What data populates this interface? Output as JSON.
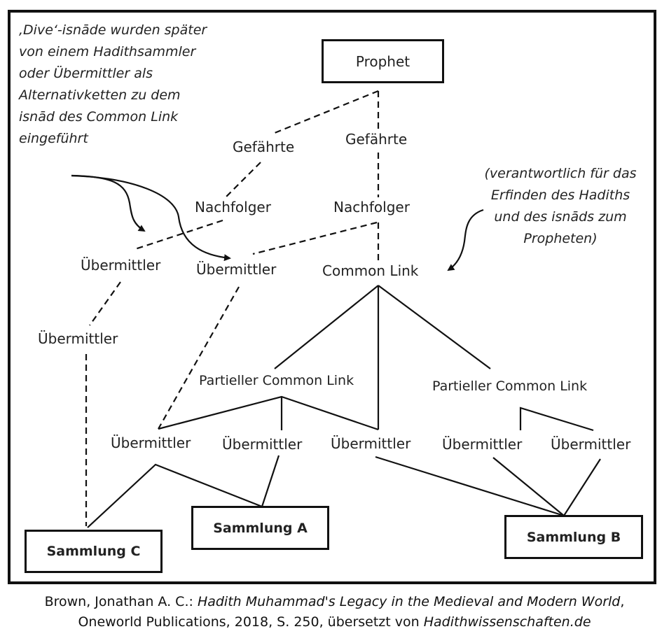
{
  "diagram": {
    "nodes": {
      "prophet": "Prophet",
      "companion_left": "Gefährte",
      "companion_center": "Gefährte",
      "successor_left": "Nachfolger",
      "successor_center": "Nachfolger",
      "transmitter_far_left_upper": "Übermittler",
      "transmitter_left_upper": "Übermittler",
      "common_link": "Common Link",
      "transmitter_far_left_lower": "Übermittler",
      "partial_cl_left": "Partieller Common Link",
      "partial_cl_right": "Partieller Common Link",
      "transmitter_row": [
        "Übermittler",
        "Übermittler",
        "Übermittler",
        "Übermittler",
        "Übermittler"
      ],
      "collection_c": "Sammlung C",
      "collection_a": "Sammlung A",
      "collection_b": "Sammlung B"
    },
    "annotations": {
      "dive_note": [
        ",Dive‘-isnāde wurden später",
        "von einem Hadithsammler",
        "oder Übermittler als",
        "Alternativketten zu dem",
        "isnād des Common Link",
        "eingeführt"
      ],
      "cl_note": [
        "(verantwortlich für das",
        "Erfinden des Hadiths",
        "und des isnāds zum",
        "Propheten)"
      ]
    },
    "edges": [
      {
        "from": "prophet",
        "to": "companion_left",
        "style": "dashed"
      },
      {
        "from": "prophet",
        "to": "companion_center",
        "style": "dashed"
      },
      {
        "from": "companion_left",
        "to": "successor_left",
        "style": "dashed"
      },
      {
        "from": "companion_center",
        "to": "successor_center",
        "style": "dashed"
      },
      {
        "from": "successor_left",
        "to": "transmitter_far_left_upper",
        "style": "dashed"
      },
      {
        "from": "successor_center",
        "to": "transmitter_left_upper",
        "style": "dashed"
      },
      {
        "from": "successor_center",
        "to": "common_link",
        "style": "dashed"
      },
      {
        "from": "transmitter_far_left_upper",
        "to": "transmitter_far_left_lower",
        "style": "dashed"
      },
      {
        "from": "transmitter_far_left_lower",
        "to": "collection_c",
        "style": "dashed"
      },
      {
        "from": "transmitter_left_upper",
        "to": "transmitter_row.0",
        "style": "dashed"
      },
      {
        "from": "common_link",
        "to": "partial_cl_left",
        "style": "solid"
      },
      {
        "from": "common_link",
        "to": "transmitter_row.2",
        "style": "solid"
      },
      {
        "from": "common_link",
        "to": "partial_cl_right",
        "style": "solid"
      },
      {
        "from": "partial_cl_left",
        "to": "transmitter_row.0",
        "style": "solid"
      },
      {
        "from": "partial_cl_left",
        "to": "transmitter_row.1",
        "style": "solid"
      },
      {
        "from": "partial_cl_left",
        "to": "transmitter_row.2",
        "style": "solid"
      },
      {
        "from": "partial_cl_right",
        "to": "transmitter_row.3",
        "style": "solid"
      },
      {
        "from": "partial_cl_right",
        "to": "transmitter_row.4",
        "style": "solid"
      },
      {
        "from": "transmitter_row.0",
        "to": "collection_c",
        "style": "solid"
      },
      {
        "from": "transmitter_row.0",
        "to": "collection_a",
        "style": "solid"
      },
      {
        "from": "transmitter_row.1",
        "to": "collection_a",
        "style": "solid"
      },
      {
        "from": "transmitter_row.2",
        "to": "collection_b",
        "style": "solid"
      },
      {
        "from": "transmitter_row.3",
        "to": "collection_b",
        "style": "solid"
      },
      {
        "from": "transmitter_row.4",
        "to": "collection_b",
        "style": "solid"
      }
    ]
  },
  "caption": {
    "line1_plain": "Brown, Jonathan A. C.: ",
    "line1_italic": "Hadith Muhammad's Legacy in the Medieval and Modern World",
    "line1_end": ",",
    "line2_plain": "Oneworld Publications, 2018, S. 250, übersetzt von ",
    "line2_italic": "Hadithwissenschaften.de"
  }
}
